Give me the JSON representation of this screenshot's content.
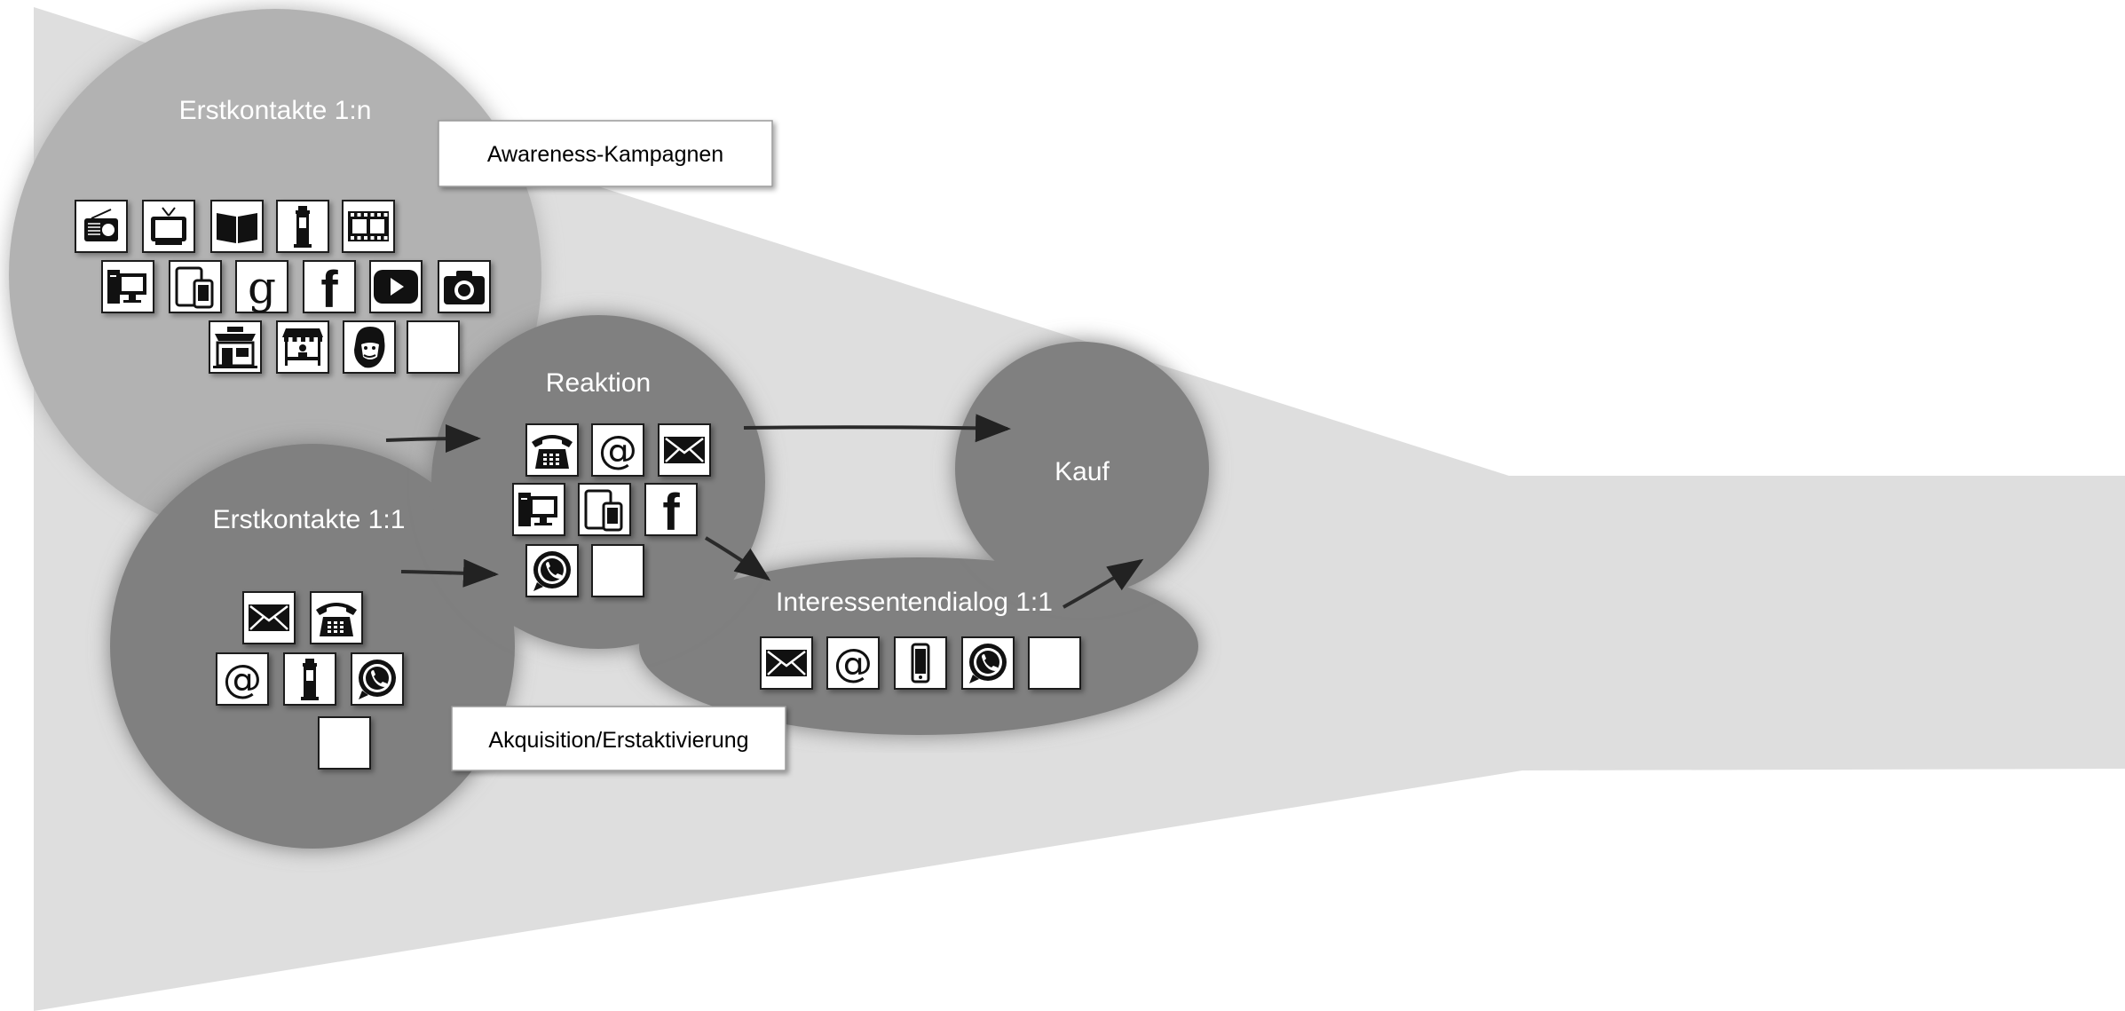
{
  "stages": {
    "erstkontakte_1n": "Erstkontakte 1:n",
    "erstkontakte_11": "Erstkontakte 1:1",
    "reaktion": "Reaktion",
    "kauf": "Kauf",
    "interessentendialog": "Interessentendialog 1:1"
  },
  "callouts": {
    "awareness": "Awareness-Kampagnen",
    "akquisition": "Akquisition/Erstaktivierung"
  },
  "icons": {
    "erstkontakte_1n": [
      "radio-icon",
      "tv-icon",
      "book-icon",
      "advertising-pillar-icon",
      "film-icon",
      "desktop-pc-icon",
      "tablet-phone-icon",
      "google-icon",
      "facebook-icon",
      "youtube-icon",
      "camera-icon",
      "shop-icon",
      "market-stall-icon",
      "portrait-icon",
      "blank-icon"
    ],
    "erstkontakte_11": [
      "envelope-icon",
      "telephone-icon",
      "at-sign-icon",
      "advertising-pillar-icon",
      "whatsapp-icon",
      "blank-icon"
    ],
    "reaktion": [
      "telephone-icon",
      "at-sign-icon",
      "envelope-icon",
      "desktop-pc-icon",
      "tablet-phone-icon",
      "facebook-icon",
      "whatsapp-icon",
      "blank-icon"
    ],
    "interessentendialog": [
      "envelope-icon",
      "at-sign-icon",
      "smartphone-icon",
      "whatsapp-icon",
      "blank-icon"
    ]
  },
  "colors": {
    "funnel": "#dedede",
    "circle_light": "#b3b3b3",
    "circle_dark": "#808080",
    "arrow": "#2a2a2a"
  }
}
